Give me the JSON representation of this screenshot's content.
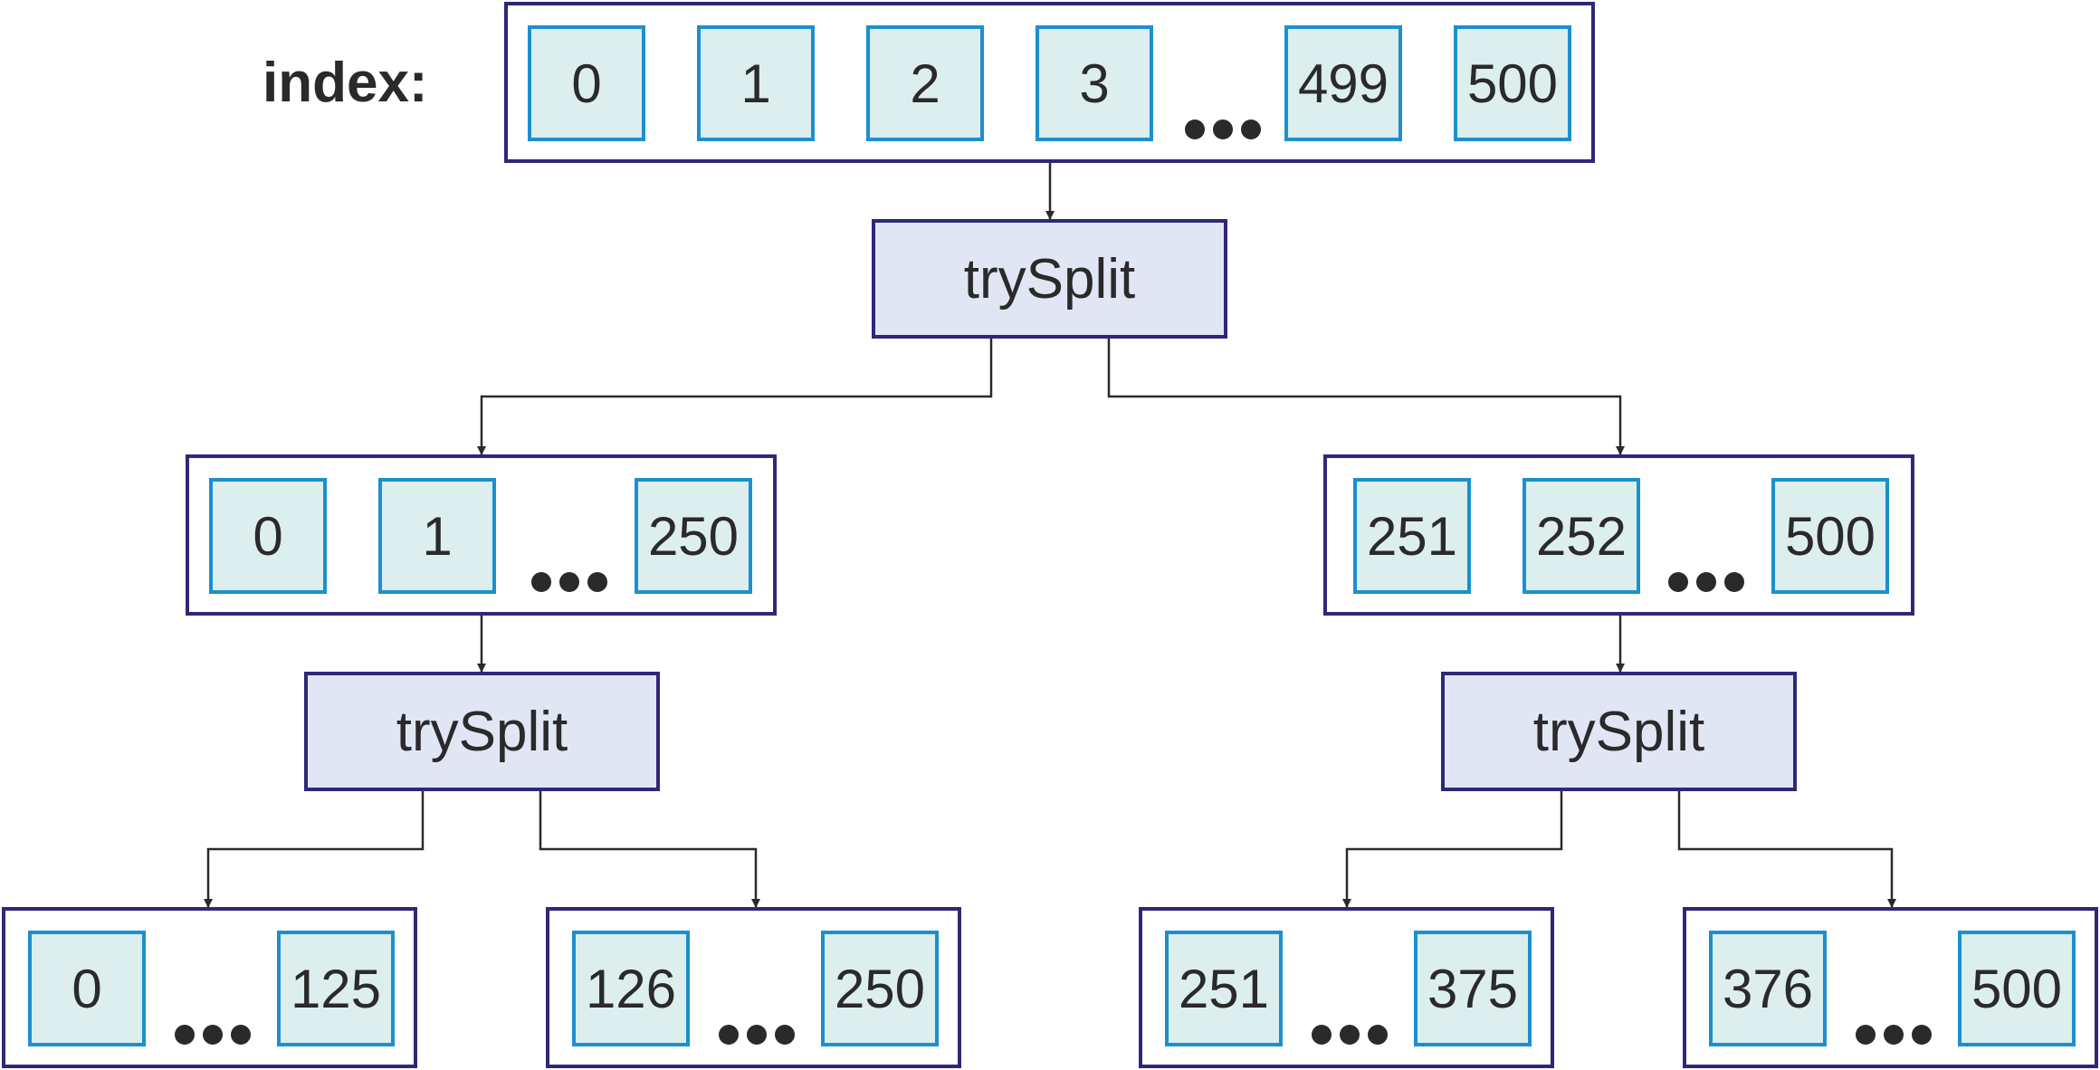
{
  "index_label": "index:",
  "root": {
    "cells": [
      "0",
      "1",
      "2",
      "3",
      "499",
      "500"
    ]
  },
  "split_label": "trySplit",
  "level1": {
    "left": {
      "cells": [
        "0",
        "1",
        "250"
      ]
    },
    "right": {
      "cells": [
        "251",
        "252",
        "500"
      ]
    }
  },
  "level2": {
    "a": {
      "cells": [
        "0",
        "125"
      ]
    },
    "b": {
      "cells": [
        "126",
        "250"
      ]
    },
    "c": {
      "cells": [
        "251",
        "375"
      ]
    },
    "d": {
      "cells": [
        "376",
        "500"
      ]
    }
  },
  "colors": {
    "frame": "#2e2878",
    "cell_border": "#1d8fcf",
    "cell_fill": "#dceeed",
    "op_fill": "#e1e6f5",
    "text": "#2a2a2a"
  }
}
